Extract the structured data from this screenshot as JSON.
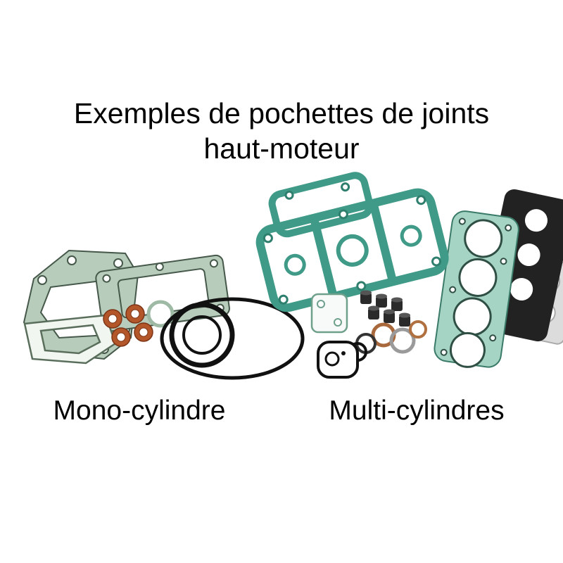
{
  "title": {
    "line1": "Exemples de pochettes de joints",
    "line2": "haut-moteur"
  },
  "captions": {
    "mono": "Mono-cylindre",
    "multi": "Multi-cylindres"
  },
  "illustration": {
    "left_group": "mono-cylinder-gasket-set",
    "right_group": "multi-cylinder-gasket-set"
  },
  "colors": {
    "background": "#ffffff",
    "text": "#000000",
    "gasket_sage_green": "#b7ccba",
    "gasket_sage_outline": "#45584a",
    "gasket_teal": "#3f9a87",
    "gasket_teal_light": "#a6d4c4",
    "copper_washer": "#b3572a",
    "rubber_black": "#111111",
    "metal_grey": "#9a9a9a"
  }
}
